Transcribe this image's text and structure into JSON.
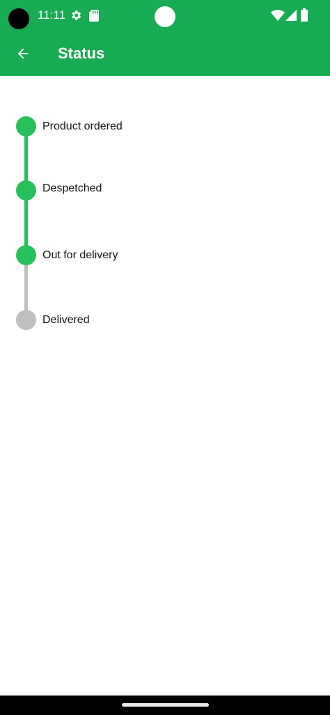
{
  "status_bar": {
    "time": "11:11",
    "icons": [
      "gear-icon",
      "sd-card-icon",
      "wifi-icon",
      "signal-icon",
      "battery-icon"
    ]
  },
  "app_bar": {
    "title": "Status",
    "back_icon": "arrow-left-icon",
    "color": "#17ab52"
  },
  "timeline": {
    "active_color": "#27c15c",
    "inactive_color": "#bdbfc1",
    "steps": [
      {
        "label": "Product ordered",
        "done": true
      },
      {
        "label": "Despetched",
        "done": true
      },
      {
        "label": "Out for delivery",
        "done": true
      },
      {
        "label": "Delivered",
        "done": false
      }
    ]
  }
}
